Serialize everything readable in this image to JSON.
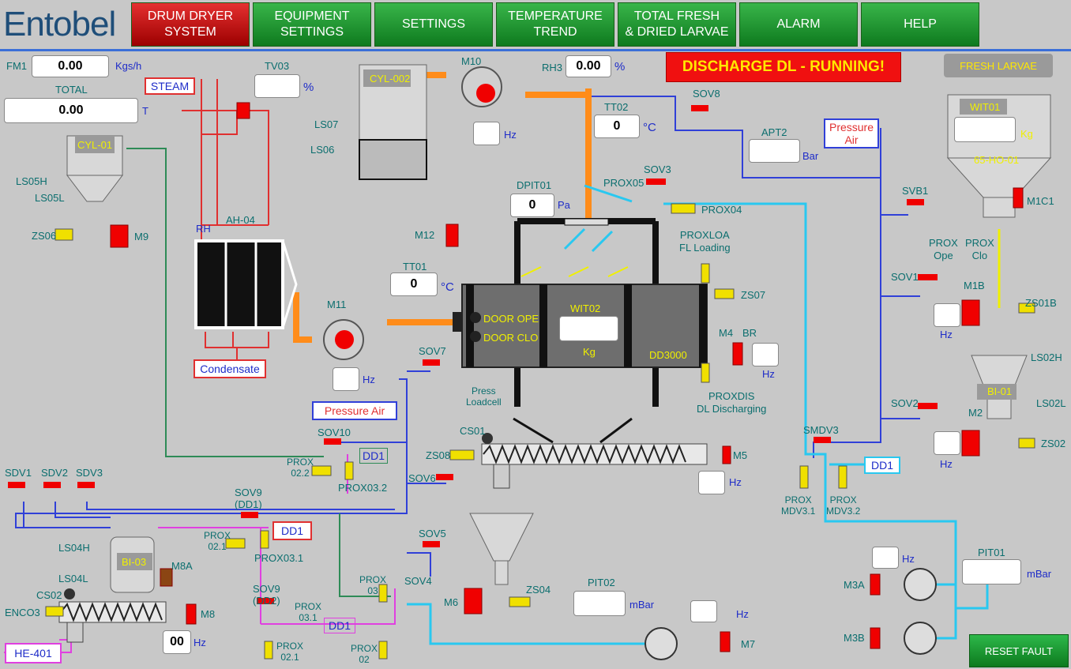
{
  "logo": "Entobel",
  "nav": [
    "DRUM DRYER\nSYSTEM",
    "EQUIPMENT\nSETTINGS",
    "SETTINGS",
    "TEMPERATURE\nTREND",
    "TOTAL FRESH\n& DRIED LARVAE",
    "ALARM",
    "HELP"
  ],
  "status": "DISCHARGE DL - RUNNING!",
  "reset": "RESET FAULT",
  "fresh_larvae": "FRESH LARVAE",
  "fm1": {
    "label": "FM1",
    "value": "0.00",
    "unit": "Kgs/h"
  },
  "total": {
    "label": "TOTAL",
    "value": "0.00",
    "unit": "T"
  },
  "tv03": {
    "label": "TV03",
    "unit": "%"
  },
  "rh3": {
    "label": "RH3",
    "value": "0.00",
    "unit": "%"
  },
  "tt02": {
    "label": "TT02",
    "value": "0",
    "unit": "°C"
  },
  "tt01": {
    "label": "TT01",
    "value": "0",
    "unit": "°C"
  },
  "dpit01": {
    "label": "DPIT01",
    "value": "0",
    "unit": "Pa"
  },
  "apt2": {
    "label": "APT2",
    "unit": "Bar"
  },
  "wit01": {
    "label": "WIT01",
    "unit": "Kg",
    "tag": "65-HO-01"
  },
  "wit02": {
    "label": "WIT02",
    "unit": "Kg"
  },
  "pit01": {
    "label": "PIT01",
    "unit": "mBar"
  },
  "pit02": {
    "label": "PIT02",
    "unit": "mBar"
  },
  "m8_hz": "00",
  "hz": "Hz",
  "steam": "STEAM",
  "condensate": "Condensate",
  "pressure_air": "Pressure Air",
  "pressure_air2": "Pressure\nAir",
  "he401": "HE-401",
  "dd1": "DD1",
  "labels": {
    "cyl01": "CYL-01",
    "cyl002": "CYL-002",
    "bi03": "BI-03",
    "bi01": "BI-01",
    "ah04": "AH-04",
    "rh": "RH",
    "dd3000": "DD3000",
    "door_ope": "DOOR OPE",
    "door_clo": "DOOR CLO",
    "m1c1": "M1C1",
    "m1b": "M1B",
    "m2": "M2",
    "m3a": "M3A",
    "m3b": "M3B",
    "m4": "M4",
    "br": "BR",
    "m5": "M5",
    "m6": "M6",
    "m7": "M7",
    "m8": "M8",
    "m8a": "M8A",
    "m9": "M9",
    "m10": "M10",
    "m11": "M11",
    "m12": "M12",
    "sov1": "SOV1",
    "sov2": "SOV2",
    "sov3": "SOV3",
    "sov4": "SOV4",
    "sov5": "SOV5",
    "sov6": "SOV6",
    "sov7": "SOV7",
    "sov8": "SOV8",
    "sov9dd1": "SOV9\n(DD1)",
    "sov9dd2": "SOV9\n(DD2)",
    "sov10": "SOV10",
    "svb1": "SVB1",
    "smdv3": "SMDV3",
    "sdv1": "SDV1",
    "sdv2": "SDV2",
    "sdv3": "SDV3",
    "ls07": "LS07",
    "ls06": "LS06",
    "ls05h": "LS05H",
    "ls05l": "LS05L",
    "ls04h": "LS04H",
    "ls04l": "LS04L",
    "ls02h": "LS02H",
    "ls02l": "LS02L",
    "zs06": "ZS06",
    "zs07": "ZS07",
    "zs08": "ZS08",
    "zs04": "ZS04",
    "zs01b": "ZS01B",
    "zs02": "ZS02",
    "prox05": "PROX05",
    "prox04": "PROX04",
    "proxloa": "PROXLOA\nFL Loading",
    "proxdis": "PROXDIS\nDL Discharging",
    "press_loadcell": "Press\nLoadcell",
    "prox_ope": "PROX\nOpe",
    "prox_clo": "PROX\nClo",
    "prox022": "PROX\n02.2",
    "prox032": "PROX03.2",
    "prox021": "PROX\n02.1",
    "prox031": "PROX03.1",
    "prox03": "PROX\n03",
    "prox031b": "PROX\n03.1",
    "prox021b": "PROX\n02.1",
    "prox02": "PROX\n02",
    "proxmdv31": "PROX\nMDV3.1",
    "proxmdv32": "PROX\nMDV3.2",
    "cs01": "CS01",
    "cs02": "CS02",
    "enco3": "ENCO3"
  }
}
